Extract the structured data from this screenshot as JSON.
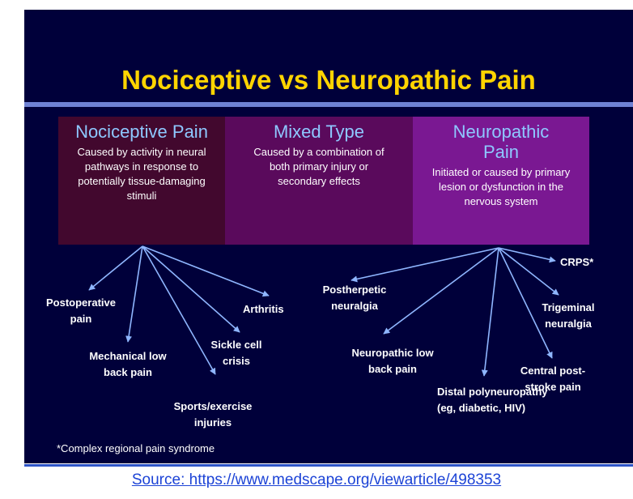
{
  "title": "Nociceptive vs Neuropathic Pain",
  "boxes": {
    "nociceptive": {
      "heading": "Nociceptive Pain",
      "description": "Caused by activity in neural pathways in response to potentially tissue-damaging stimuli"
    },
    "mixed": {
      "heading": "Mixed Type",
      "description": "Caused by a combination of both primary injury or secondary effects"
    },
    "neuropathic": {
      "heading": "Neuropathic Pain",
      "description": "Initiated or caused by primary lesion or dysfunction in the nervous system"
    }
  },
  "nociceptive_examples": {
    "postoperative": "Postoperative pain",
    "mechanical": "Mechanical low back pain",
    "sports": "Sports/exercise injuries",
    "sickle": "Sickle cell crisis",
    "arthritis": "Arthritis"
  },
  "neuropathic_examples": {
    "postherpetic": "Postherpetic neuralgia",
    "low_back": "Neuropathic low back pain",
    "distal": "Distal polyneuropathy (eg, diabetic, HIV)",
    "central": "Central post-stroke pain",
    "trigeminal": "Trigeminal neuralgia",
    "crps": "CRPS*"
  },
  "footnote": "*Complex regional pain syndrome",
  "source": "Source: https://www.medscape.org/viewarticle/498353",
  "colors": {
    "background": "#00003a",
    "title": "#ffd400",
    "heading": "#8ec8ff",
    "arrow": "#8fb6ff",
    "link": "#1c43d6"
  }
}
